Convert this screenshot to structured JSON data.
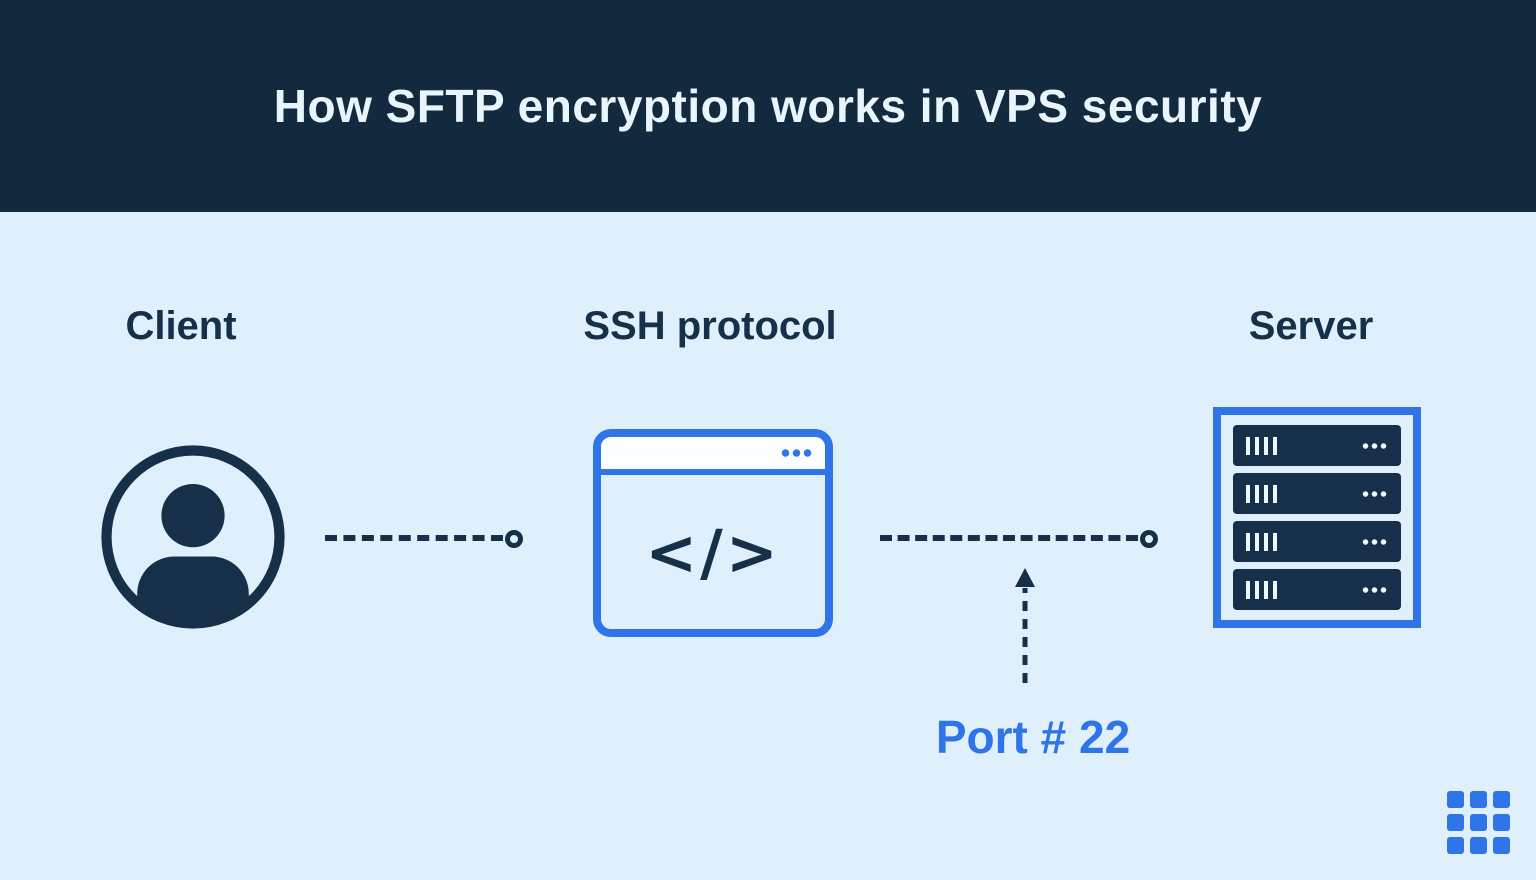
{
  "colors": {
    "header_bg": "#132a3e",
    "body_bg": "#dff0fc",
    "navy": "#16304a",
    "accent": "#2f74e8",
    "title_color": "#e9f5fd"
  },
  "header": {
    "title": "How SFTP encryption works in VPS security"
  },
  "diagram": {
    "client_label": "Client",
    "ssh_label": "SSH protocol",
    "server_label": "Server",
    "port_label": "Port # 22",
    "code_glyph": "</>"
  },
  "icons": {
    "client": "person-avatar-icon",
    "ssh": "code-browser-icon",
    "server": "server-rack-icon",
    "port_pointer": "arrow-up-icon",
    "connectors": "dashed-line-connector",
    "brand": "grid-logo-icon"
  }
}
